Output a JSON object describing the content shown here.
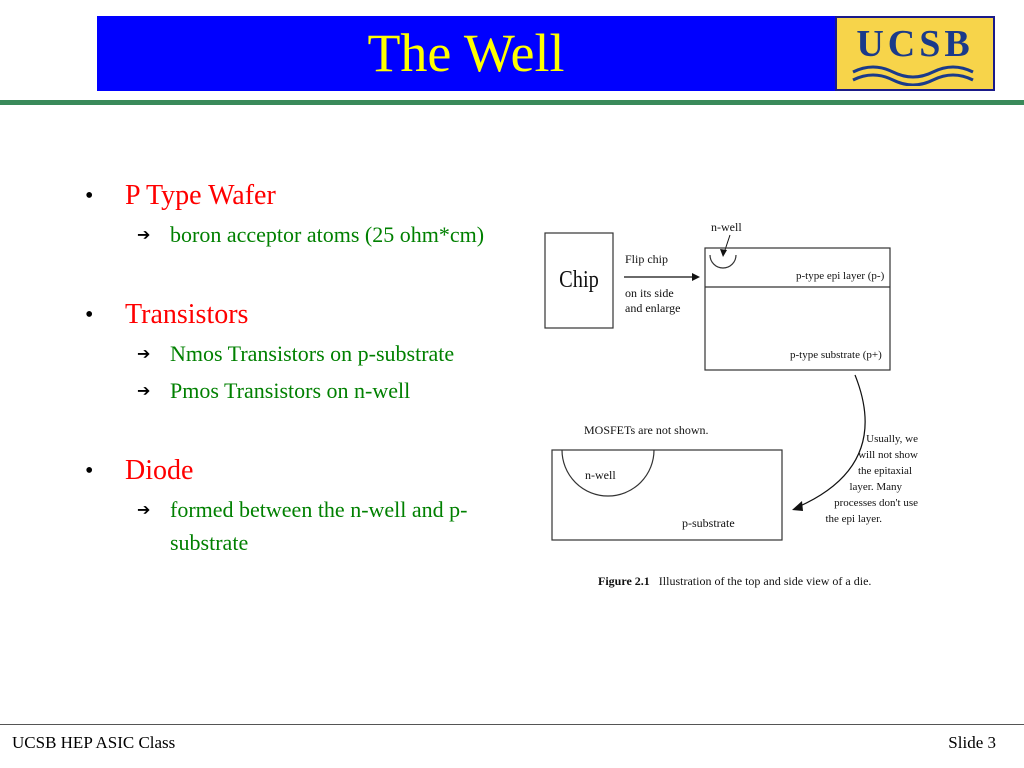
{
  "slide": {
    "title": "The Well",
    "logo_text": "UCSB",
    "footer_left": "UCSB HEP ASIC Class",
    "footer_right": "Slide 3"
  },
  "bullets": [
    {
      "text": "P Type Wafer",
      "subs": [
        "boron acceptor atoms (25 ohm*cm)"
      ]
    },
    {
      "text": "Transistors",
      "subs": [
        "Nmos Transistors on p-substrate",
        "Pmos Transistors on n-well"
      ]
    },
    {
      "text": "Diode",
      "subs": [
        "formed between the n-well and p-substrate"
      ]
    }
  ],
  "figure": {
    "chip_label": "Chip",
    "flip_label_1": "Flip chip",
    "flip_label_2": "on its side",
    "flip_label_3": "and enlarge",
    "nwell_top_label": "n-well",
    "epi_label": "p-type epi layer (p-)",
    "substrate_label": "p-type substrate (p+)",
    "mosfet_note": "MOSFETs are not shown.",
    "nwell_label": "n-well",
    "psub_label": "p-substrate",
    "note_1": "Usually, we",
    "note_2": "will not show",
    "note_3": "the epitaxial",
    "note_4": "layer.  Many",
    "note_5": "processes don't use",
    "note_6": "the epi layer.",
    "caption_bold": "Figure 2.1",
    "caption_text": "Illustration of the top and side view of a die."
  },
  "colors": {
    "title_bg": "#0000ff",
    "title_text": "#ffff00",
    "bullet_main": "#ff0000",
    "bullet_sub": "#008000",
    "rule": "#3a8a5a"
  },
  "icons": {
    "bullet": "bullet-dot-icon",
    "sub_bullet": "arrow-right-icon"
  }
}
